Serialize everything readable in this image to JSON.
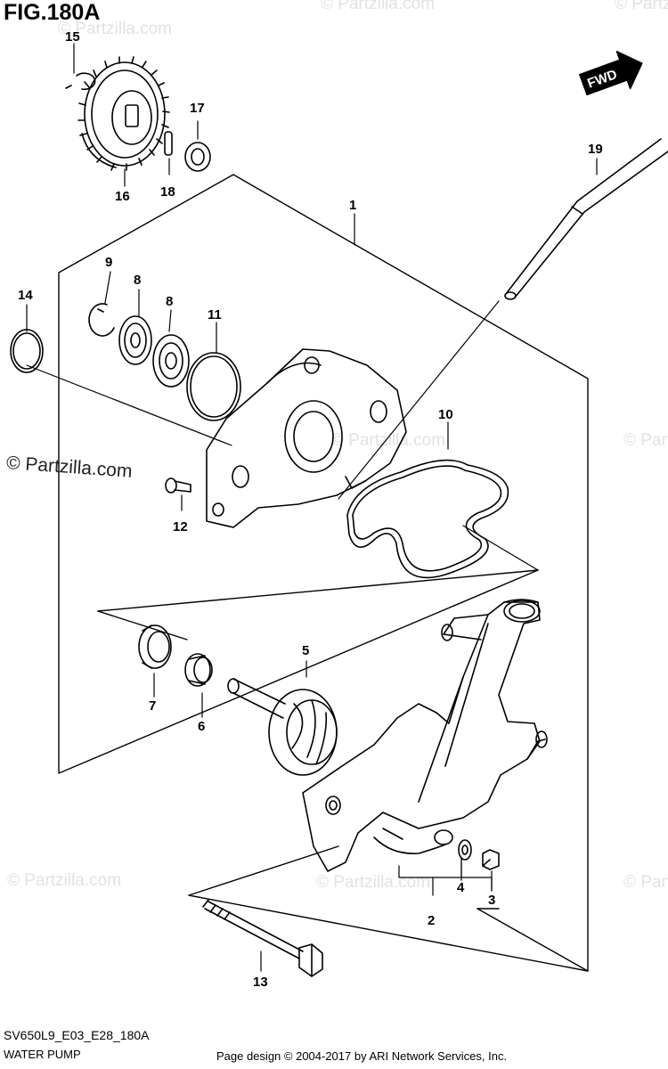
{
  "figure": {
    "title": "FIG.180A",
    "code": "SV650L9_E03_E28_180A",
    "name": "WATER PUMP",
    "fwd_label": "FWD"
  },
  "watermark": {
    "text": "© Partzilla.com",
    "small": "© Partzilla.com"
  },
  "footer": {
    "credit": "Page design © 2004-2017 by ARI Network Services, Inc."
  },
  "callouts": [
    "1",
    "2",
    "3",
    "4",
    "5",
    "6",
    "7",
    "8",
    "8",
    "9",
    "10",
    "11",
    "12",
    "13",
    "14",
    "15",
    "16",
    "17",
    "18",
    "19"
  ]
}
